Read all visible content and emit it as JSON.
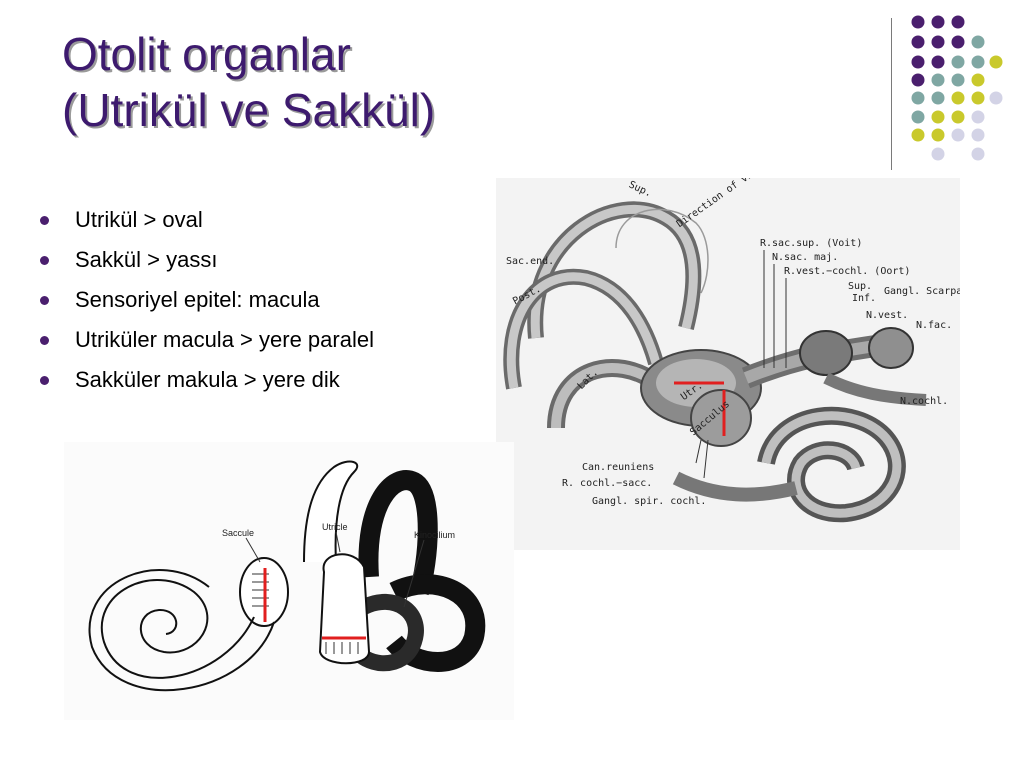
{
  "slide": {
    "title_lines": [
      "Otolit organlar",
      "(Utrikül ve Sakkül)"
    ],
    "bullets": [
      "Utrikül > oval",
      "Sakkül > yassı",
      "Sensoriyel epitel: macula",
      "Utriküler macula > yere paralel",
      "Sakküler makula > yere dik"
    ]
  },
  "colors": {
    "title": "#3d1a6e",
    "dot_purple": "#4a1f6e",
    "dot_teal": "#7fa7a3",
    "dot_yellow": "#c9c92c",
    "dot_lavender": "#d3d3e6",
    "marker_red": "#e11f1f"
  },
  "anatomy_figure": {
    "labels": {
      "sup": "Sup.",
      "direction_of_view": "Direction of view",
      "sac_end": "Sac.end.",
      "post": "Post.",
      "lat": "Lat.",
      "r_sac_sup": "R.sac.sup. (Voit)",
      "n_sac_maj": "N.sac. maj.",
      "r_vest_cochl": "R.vest.−cochl. (Oort)",
      "sup_inf": "Sup.",
      "inf": "Inf.",
      "gangl_scarpae": "Gangl. Scarpae",
      "n_vest": "N.vest.",
      "n_fac": "N.fac.",
      "n_cochl": "N.cochl.",
      "utr": "Utr.",
      "sacculus": "Sacculus",
      "can_reuniens": "Can.reuniens",
      "r_cochl_sacc": "R. cochl.−sacc.",
      "gangl_spir_cochl": "Gangl. spir. cochl."
    }
  },
  "schematic_figure": {
    "labels": {
      "saccule": "Saccule",
      "utricle": "Utricle",
      "kinocilium": "Kinocilium"
    }
  }
}
